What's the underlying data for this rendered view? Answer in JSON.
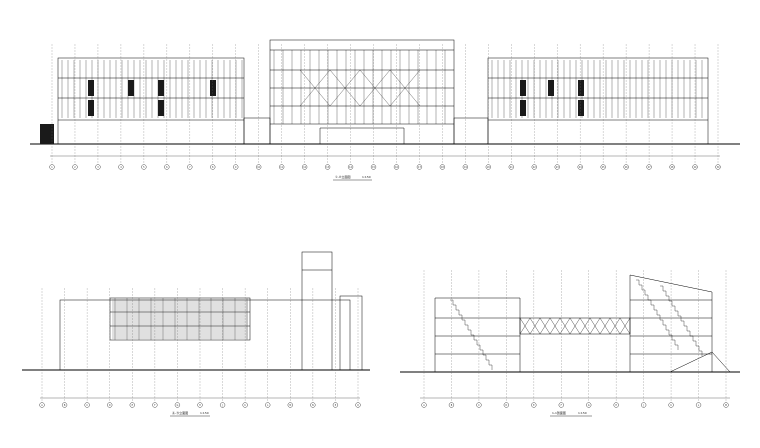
{
  "drawing_sheet": {
    "colors": {
      "line": "#000000",
      "dim": "#444444",
      "fill_dark": "#1a1a1a",
      "paper": "#ffffff"
    },
    "top_elevation": {
      "caption": "①-⑩立面图",
      "scale": "1:150",
      "grid_axes": [
        "1",
        "2",
        "3",
        "4",
        "5",
        "6",
        "7",
        "8",
        "9",
        "10",
        "11",
        "12",
        "13",
        "14",
        "15",
        "16",
        "17",
        "18",
        "19",
        "20",
        "21",
        "22",
        "23",
        "24",
        "25",
        "26",
        "27",
        "28",
        "29",
        "30"
      ]
    },
    "bottom_left_elevation": {
      "caption": "Ⓐ-Ⓗ立面图",
      "scale": "1:150",
      "grid_axes": [
        "A",
        "B",
        "C",
        "D",
        "E",
        "F",
        "G",
        "H",
        "J",
        "K",
        "L",
        "M",
        "N",
        "P",
        "Q"
      ]
    },
    "bottom_right_section": {
      "caption": "1-1剖面图",
      "scale": "1:150",
      "grid_axes": [
        "A",
        "B",
        "C",
        "D",
        "E",
        "F",
        "G",
        "H",
        "J",
        "K",
        "L",
        "M"
      ]
    }
  }
}
